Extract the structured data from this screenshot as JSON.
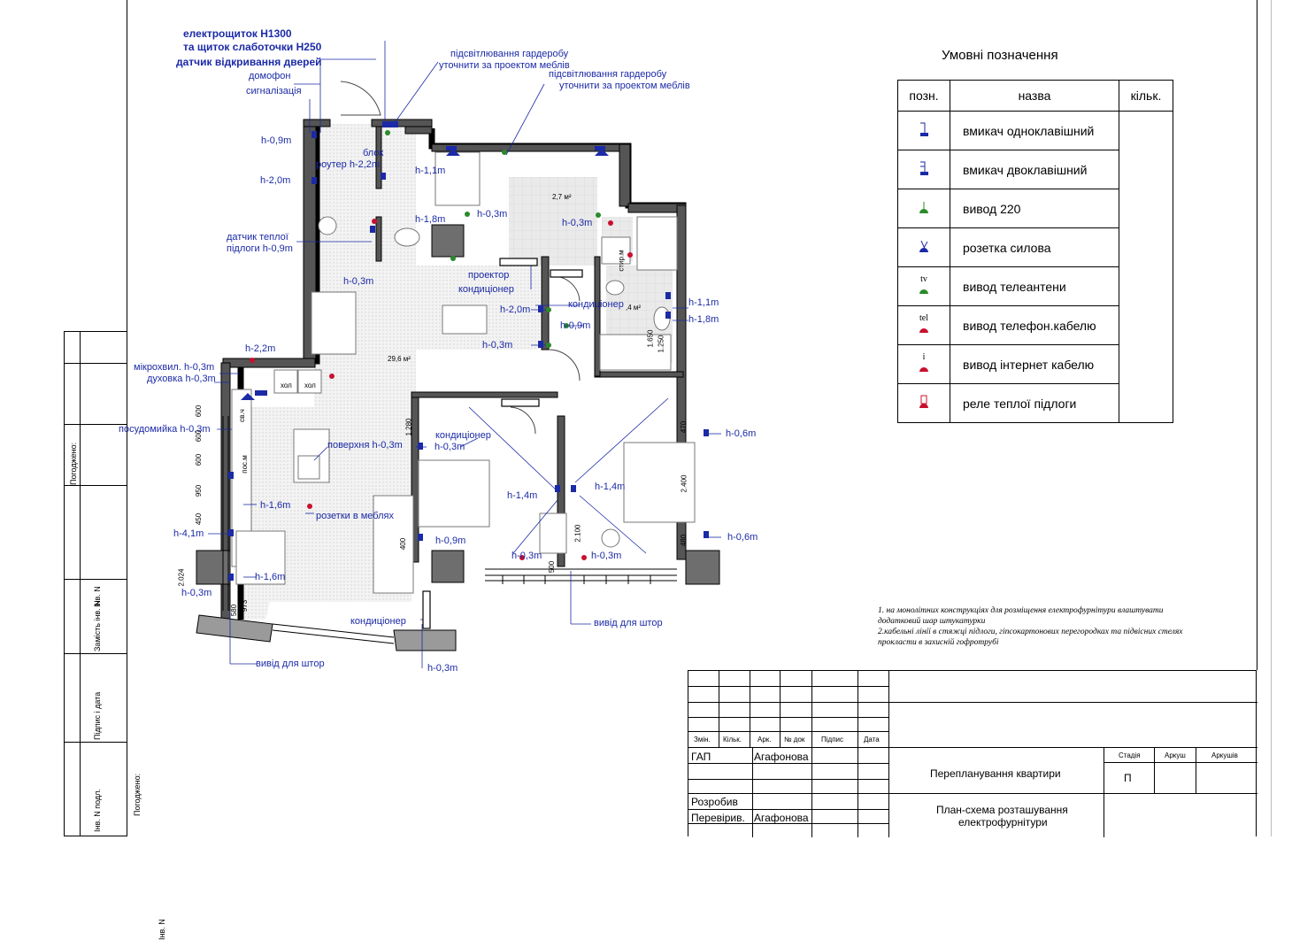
{
  "legend": {
    "title": "Умовні позначення",
    "headers": {
      "symbol": "позн.",
      "name": "назва",
      "qty": "кільк."
    },
    "rows": [
      {
        "icon": "single-switch-icon",
        "name": "вмикач одноклавішний"
      },
      {
        "icon": "double-switch-icon",
        "name": "вмикач двоклавішний"
      },
      {
        "icon": "outlet-220-icon",
        "name": "вивод 220"
      },
      {
        "icon": "power-socket-icon",
        "name": "розетка силова"
      },
      {
        "icon": "tv-outlet-icon",
        "name": "вивод телеантени",
        "glyph": "tv"
      },
      {
        "icon": "phone-outlet-icon",
        "name": "вивод телефон.кабелю",
        "glyph": "tel"
      },
      {
        "icon": "internet-outlet-icon",
        "name": "вивод інтернет кабелю",
        "glyph": "i"
      },
      {
        "icon": "floor-heating-relay-icon",
        "name": "реле теплої підлоги"
      }
    ]
  },
  "notes": {
    "line1": "1. на монолітних конструкціях для розміщення електрофурнітури влаштувати",
    "line2": "додатковий шар штукатурки",
    "line3": "2.кабельні лінії в стяжці підлоги, гіпсокартонових перегородках та підвісних стелях",
    "line4": "прокласти в захисній гофротрубі"
  },
  "plan": {
    "labels": {
      "panel1": "електрощиток H1300",
      "panel2": "та щиток слаботочки H250",
      "door_sensor": "датчик відкривання дверей",
      "intercom": "домофон",
      "alarm": "сигналізація",
      "h09_a": "h-0,9m",
      "h20_a": "h-2,0m",
      "wardrobe1_a": "підсвітлювання гардеробу",
      "wardrobe1_b": "уточнити за проектом меблів",
      "wardrobe2_a": "підсвітлювання гардеробу",
      "wardrobe2_b": "уточнити за проектом меблів",
      "block": "блок",
      "router": "роутер h-2,2m",
      "h11_a": "h-1,1m",
      "h18_a": "h-1,8m",
      "h03_a": "h-0,3m",
      "h03_b": "h-0,3m",
      "area_small": "2,7 м²",
      "floor_sensor_a": "датчик теплої",
      "floor_sensor_b": "підлоги h-0,9m",
      "h03_c": "h-0,3m",
      "projector": "проектор",
      "ac1": "кондиціонер",
      "h20_b": "h-2,0m",
      "ac2": "кондиціонер",
      "area_bath": ",4 м²",
      "h11_b": "h-1,1m",
      "h18_b": "h-1,8m",
      "h09_b": "h-0,9m",
      "h03_d": "h-0,3m",
      "h22": "h-2,2m",
      "area_living": "29,6 м²",
      "microwave": "мікрохвил. h-0,3m",
      "oven": "духовка h-0,3m",
      "dishwasher": "посудомийка h-0,3m",
      "hob": "поверхня h-0,3m",
      "ac3": "кондиціонер",
      "h03_e": "h-0,3m",
      "h16_a": "h-1,6m",
      "furniture_sockets": "розетки в меблях",
      "h14_a": "h-1,4m",
      "h14_b": "h-1,4m",
      "h06_a": "h-0,6m",
      "h06_b": "h-0,6m",
      "h41": "h-4,1m",
      "h09_c": "h-0,9m",
      "h16_b": "h-1,6m",
      "h03_f": "h-0,3m",
      "h03_g": "h-0,3m",
      "h03_h": "h-0,3m",
      "ac4": "кондиціонер",
      "curtain1": "вивід для штор",
      "curtain2": "вивід для штор",
      "h03_i": "h-0,3m",
      "fridge1": "хол",
      "fridge2": "хол",
      "dim_1280": "1.280",
      "dim_1650": "1.650",
      "dim_1250": "1.250",
      "dim_2400": "2.400",
      "dim_2100": "2.100",
      "dim_470": "470",
      "dim_480": "480",
      "dim_600a": "600",
      "dim_600b": "600",
      "dim_600c": "600",
      "dim_950": "950",
      "dim_450": "450",
      "dim_2024": "2.024",
      "dim_400": "400",
      "dim_500": "500",
      "dim_580": "580",
      "dim_973": "973",
      "washer": "стир.м",
      "dw_short": "пос.м",
      "oven_short": "св.ч"
    }
  },
  "side": {
    "approved": "Погоджено:",
    "inv_no": "Інв. N",
    "replaces": "Замість інв. N",
    "sign_date": "Підпис і дата",
    "inv_orig": "Інв. N подл."
  },
  "stamp": {
    "col_change": "Змін.",
    "col_qty": "Кільк.",
    "col_sheet": "Арк.",
    "col_doc": "№ док",
    "col_sign": "Підпис",
    "col_date": "Дата",
    "gap": "ГАП",
    "gap_name": "Агафонова",
    "developed": "Розробив",
    "checked": "Перевірив.",
    "checked_name": "Агафонова",
    "project": "Перепланування квартири",
    "drawing_1": "План-схема  розташування",
    "drawing_2": "електрофурнітури",
    "stage_h": "Стадія",
    "sheet_h": "Аркуш",
    "sheets_h": "Аркушів",
    "stage": "П"
  }
}
